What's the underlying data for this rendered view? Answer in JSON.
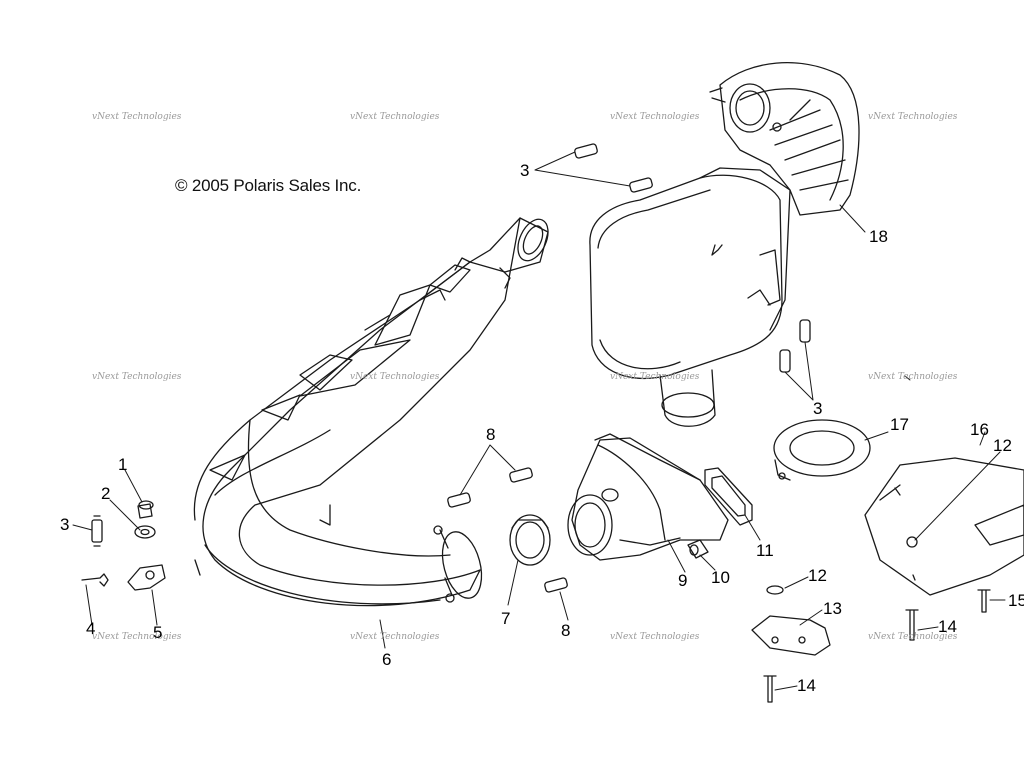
{
  "copyright": "© 2005 Polaris Sales Inc.",
  "watermark": "vNext Technologies",
  "watermark_ghost": "Technologies",
  "callouts": {
    "c1": "1",
    "c2": "2",
    "c3a": "3",
    "c3b": "3",
    "c3c": "3",
    "c4": "4",
    "c5": "5",
    "c6": "6",
    "c7": "7",
    "c8a": "8",
    "c8b": "8",
    "c9": "9",
    "c10": "10",
    "c11": "11",
    "c12a": "12",
    "c12b": "12",
    "c13": "13",
    "c14a": "14",
    "c14b": "14",
    "c15": "15",
    "c16": "16",
    "c17": "17",
    "c18": "18"
  },
  "colors": {
    "line": "#1a1a1a",
    "background": "#ffffff",
    "watermark": "#9a9a9a"
  }
}
